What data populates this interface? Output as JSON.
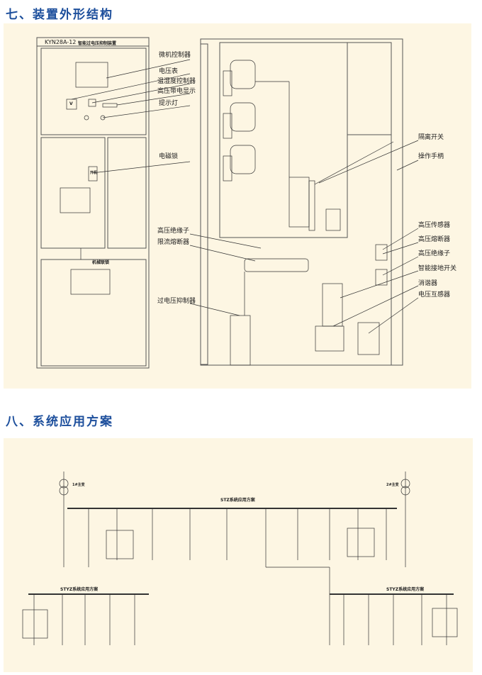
{
  "section7": {
    "title": "七、装置外形结构",
    "front_panel": {
      "model": "KYN28A-12",
      "name": "智能过电压抑制装置",
      "meter": "V",
      "lock_label": "开机",
      "interlock": "机械联锁"
    },
    "labels_left": {
      "controller": "微机控制器",
      "voltmeter": "电压表",
      "humidity": "温湿度控制器",
      "hv_display": "高压带电显示",
      "indicator": "提示灯",
      "lock": "电磁锁"
    },
    "labels_mid": {
      "insulator": "高压绝缘子",
      "fuse": "限流熔断器",
      "suppressor": "过电压抑制器"
    },
    "labels_right": {
      "isolator": "隔离开关",
      "handle": "操作手柄",
      "sensor": "高压传感器",
      "hv_fuse": "高压熔断器",
      "hv_insulator": "高压绝缘子",
      "earth_switch": "智能接地开关",
      "resonance": "消谐器",
      "pt": "电压互感器"
    }
  },
  "section8": {
    "title": "八、系统应用方案",
    "main_scheme": "STZ系统应用方案",
    "sub_scheme_left": "STYZ系统应用方案",
    "sub_scheme_right": "STYZ系统应用方案",
    "transformer1": "1#主变",
    "transformer2": "2#主变"
  },
  "colors": {
    "heading": "#1d4f9c",
    "panel": "#fdf6e3"
  }
}
